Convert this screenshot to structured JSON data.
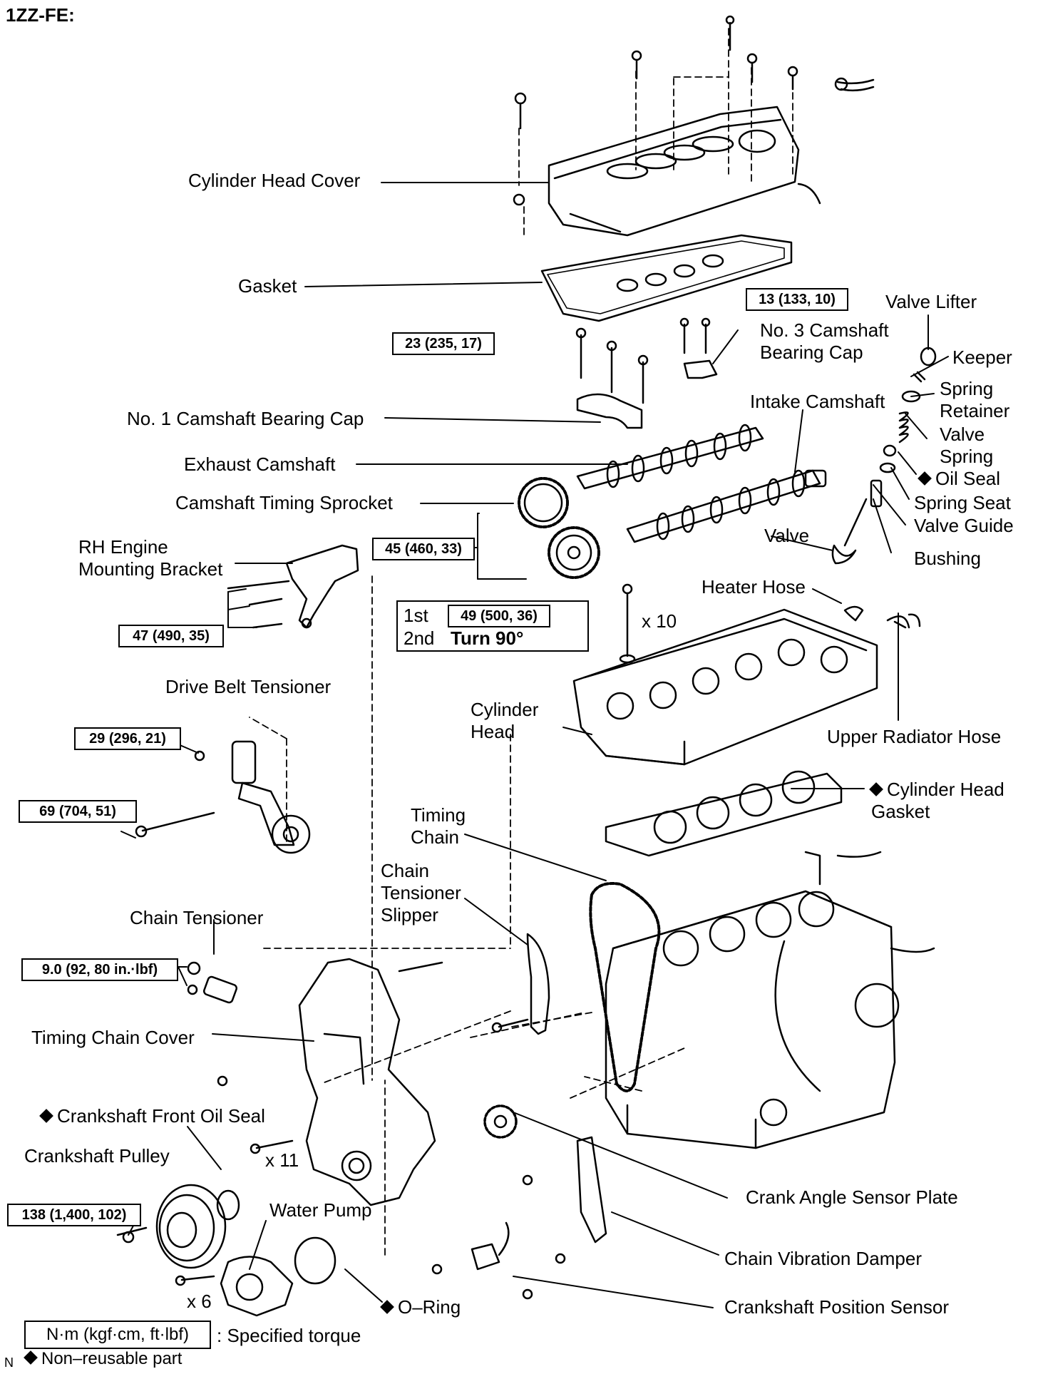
{
  "title": "1ZZ-FE:",
  "labels": {
    "cylinder_head_cover": "Cylinder Head Cover",
    "gasket": "Gasket",
    "valve_lifter": "Valve Lifter",
    "no3_cam_cap": "No. 3 Camshaft Bearing Cap",
    "keeper": "Keeper",
    "spring_retainer": "Spring Retainer",
    "intake_camshaft": "Intake Camshaft",
    "valve_spring": "Valve Spring",
    "oil_seal": "Oil Seal",
    "no1_cam_cap": "No. 1 Camshaft Bearing Cap",
    "exhaust_camshaft": "Exhaust Camshaft",
    "cam_sprocket": "Camshaft Timing Sprocket",
    "spring_seat": "Spring Seat",
    "valve_guide": "Valve Guide",
    "valve": "Valve",
    "bushing": "Bushing",
    "rh_bracket": "RH Engine Mounting Bracket",
    "heater_hose": "Heater Hose",
    "drive_belt_tensioner": "Drive Belt Tensioner",
    "cylinder_head": "Cylinder Head",
    "upper_radiator_hose": "Upper Radiator Hose",
    "head_gasket": "Cylinder Head Gasket",
    "timing_chain": "Timing Chain",
    "chain_tensioner_slipper": "Chain Tensioner Slipper",
    "chain_tensioner": "Chain Tensioner",
    "timing_chain_cover": "Timing Chain Cover",
    "crank_front_oil_seal": "Crankshaft Front Oil Seal",
    "crank_pulley": "Crankshaft Pulley",
    "water_pump": "Water Pump",
    "crank_angle_plate": "Crank Angle Sensor Plate",
    "chain_vib_damper": "Chain Vibration Damper",
    "o_ring": "O–Ring",
    "crank_pos_sensor": "Crankshaft Position Sensor"
  },
  "torques": {
    "t13": "13 (133, 10)",
    "t23": "23 (235, 17)",
    "t45": "45 (460, 33)",
    "t47": "47 (490, 35)",
    "t49": "49 (500, 36)",
    "t29": "29 (296, 21)",
    "t69": "69 (704, 51)",
    "t9": "9.0 (92, 80 in.·lbf)",
    "t138": "138 (1,400, 102)"
  },
  "head_bolt_steps": {
    "first_label": "1st",
    "second_label": "2nd",
    "second_value": "Turn 90°",
    "count": "x 10"
  },
  "counts": {
    "cover_bolts": "x 11",
    "pump_bolts": "x 6"
  },
  "legend": {
    "torque_units": "N·m (kgf·cm, ft·lbf)",
    "torque_desc": ": Specified torque",
    "nonreusable": "Non–reusable part",
    "corner_mark": "N"
  }
}
